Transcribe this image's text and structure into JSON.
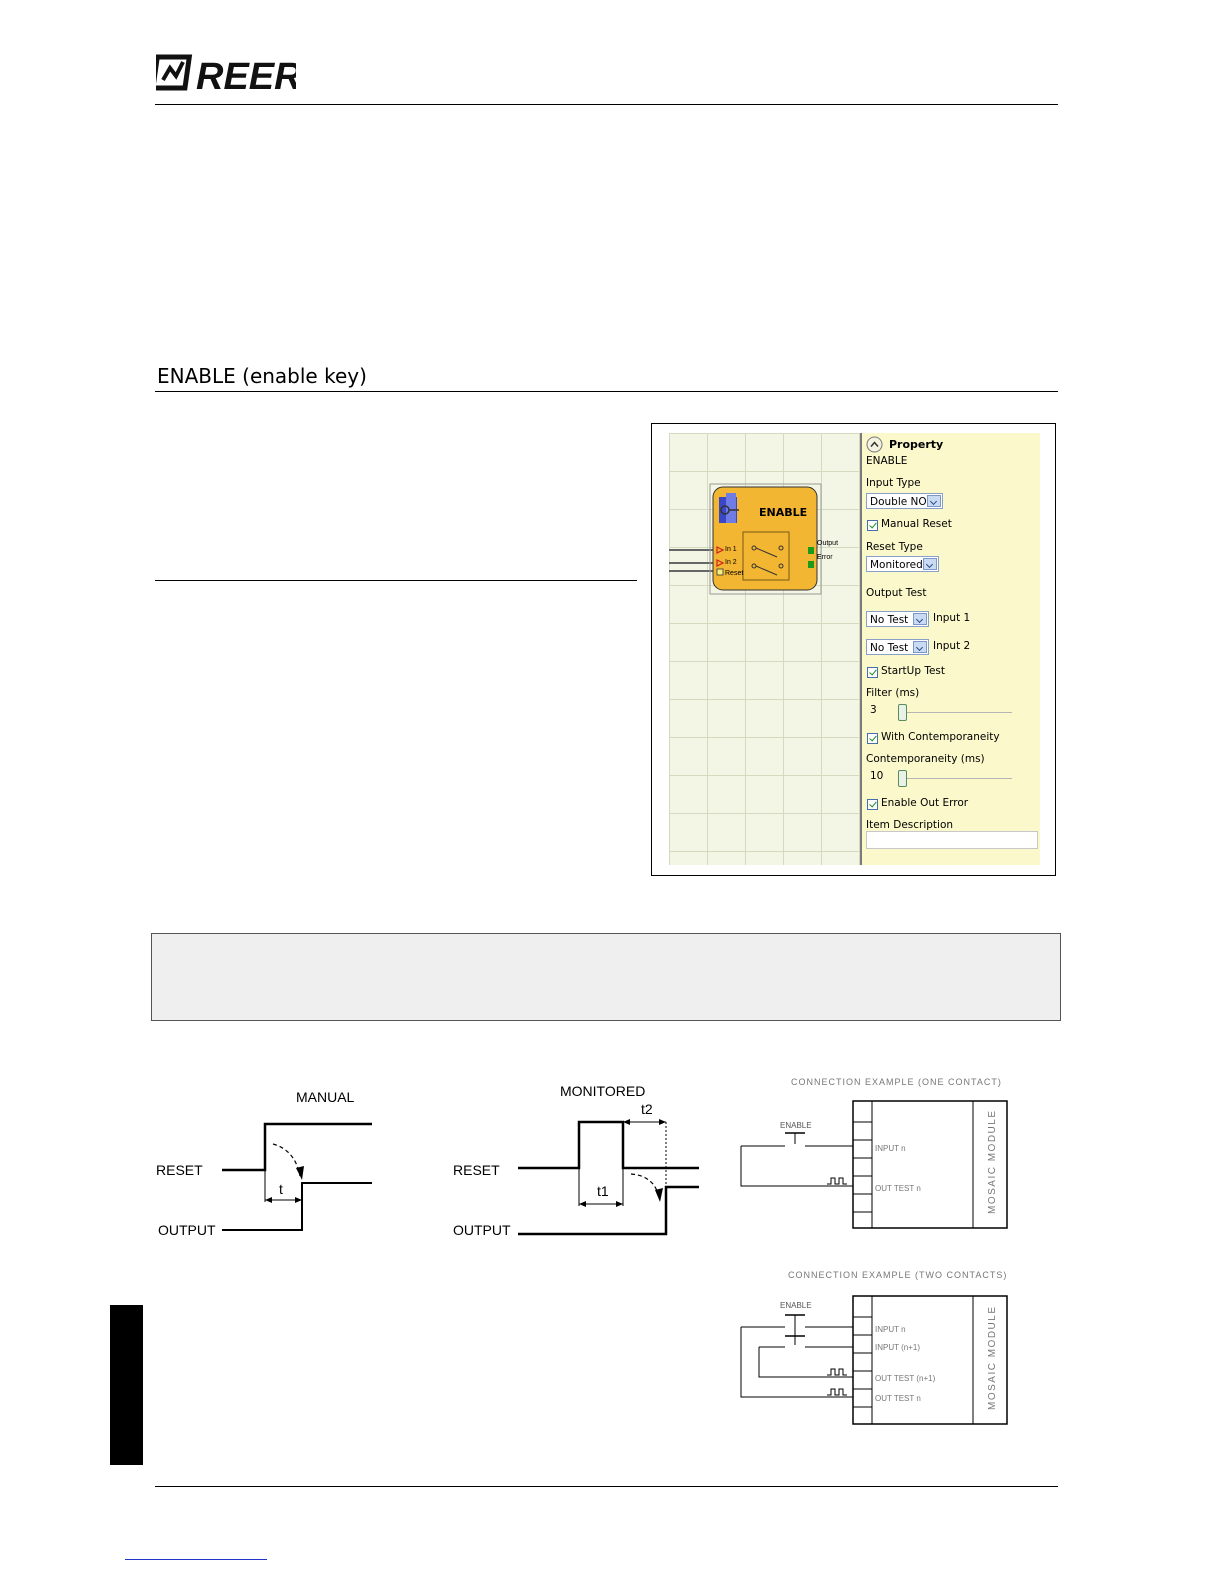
{
  "header": {
    "logo_text": "REER"
  },
  "section": {
    "title": "ENABLE (enable key)"
  },
  "screenshot": {
    "block": {
      "title": "ENABLE",
      "pins": {
        "in1": "In 1",
        "in2": "In 2",
        "reset": "Reset",
        "output": "Output",
        "error": "Error"
      }
    },
    "property_panel": {
      "header": "Property",
      "name": "ENABLE",
      "input_type_label": "Input Type",
      "input_type_value": "Double NO",
      "manual_reset_label": "Manual Reset",
      "reset_type_label": "Reset Type",
      "reset_type_value": "Monitored",
      "output_test_label": "Output Test",
      "test1_value": "No Test",
      "test1_label": "Input 1",
      "test2_value": "No Test",
      "test2_label": "Input 2",
      "startup_test_label": "StartUp Test",
      "filter_label": "Filter (ms)",
      "filter_value": "3",
      "contemporaneity_check_label": "With Contemporaneity",
      "contemporaneity_label": "Contemporaneity (ms)",
      "contemporaneity_value": "10",
      "enable_out_error_label": "Enable Out Error",
      "item_description_label": "Item Description",
      "item_description_value": ""
    }
  },
  "diagrams": {
    "manual": {
      "title": "MANUAL",
      "reset": "RESET",
      "output": "OUTPUT",
      "t": "t"
    },
    "monitored": {
      "title": "MONITORED",
      "reset": "RESET",
      "output": "OUTPUT",
      "t1": "t1",
      "t2": "t2"
    },
    "conn1": {
      "title": "CONNECTION EXAMPLE (ONE CONTACT)",
      "switch": "ENABLE",
      "input": "INPUT n",
      "out_test": "OUT TEST n",
      "module": "MOSAIC MODULE"
    },
    "conn2": {
      "title": "CONNECTION EXAMPLE (TWO CONTACTS)",
      "switch": "ENABLE",
      "input1": "INPUT n",
      "input2": "INPUT (n+1)",
      "out_test1": "OUT TEST (n+1)",
      "out_test2": "OUT TEST n",
      "module": "MOSAIC MODULE"
    }
  }
}
